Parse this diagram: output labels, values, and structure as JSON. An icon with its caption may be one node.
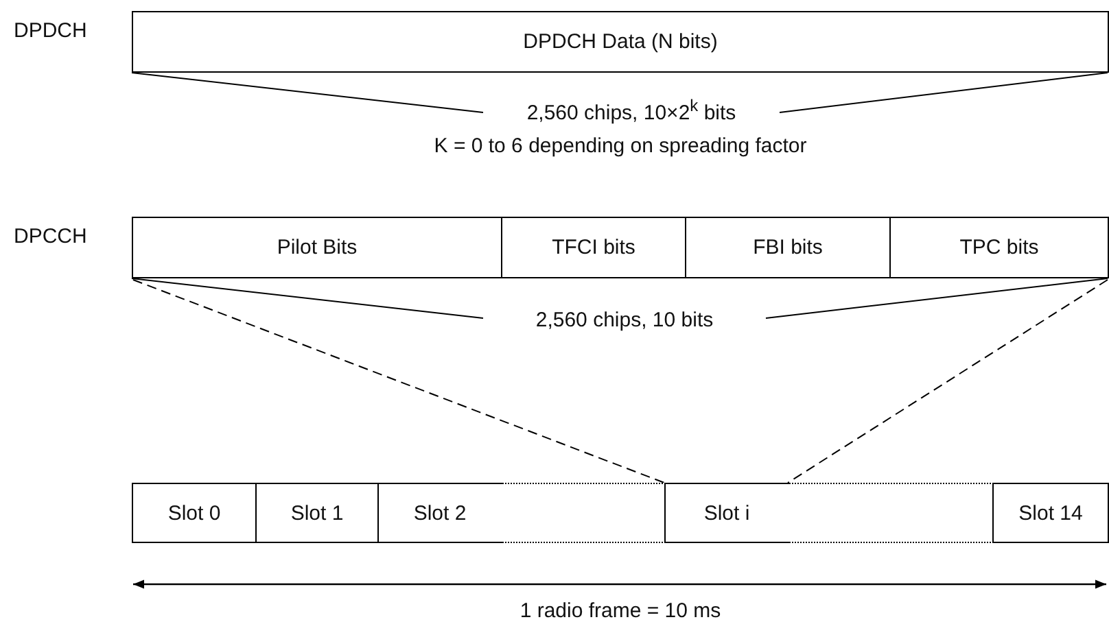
{
  "diagram": {
    "nodes": [
      {
        "text": [
          "DPDCH Data (N bits)"
        ]
      },
      {
        "text": [
          "Pilot Bits"
        ]
      },
      {
        "text": [
          "TFCI bits"
        ]
      },
      {
        "text": [
          "FBI bits"
        ]
      },
      {
        "text": [
          "TPC bits"
        ]
      },
      {
        "text": [
          "Slot 0"
        ]
      },
      {
        "text": [
          "Slot 1"
        ]
      },
      {
        "text": [
          "Slot 2"
        ]
      },
      {
        "text": [],
        "shape": "box"
      },
      {
        "text": [
          "Slot i"
        ]
      },
      {
        "text": [],
        "shape": "box"
      },
      {
        "text": [
          "Slot 14"
        ]
      }
    ],
    "edges": [
      {
        "from": 1,
        "to": 9,
        "arrow": "none",
        "style": "dashed"
      },
      {
        "from": 4,
        "to": 9,
        "arrow": "none",
        "style": "dashed"
      }
    ],
    "labels": [
      "DPDCH",
      "2,560 chips, 10×2$^{k}$ bits",
      "K = 0 to 6 depending on spreading factor",
      "DPCCH",
      "2,560 chips, 10 bits",
      "1 radio frame = 10 ms"
    ]
  }
}
